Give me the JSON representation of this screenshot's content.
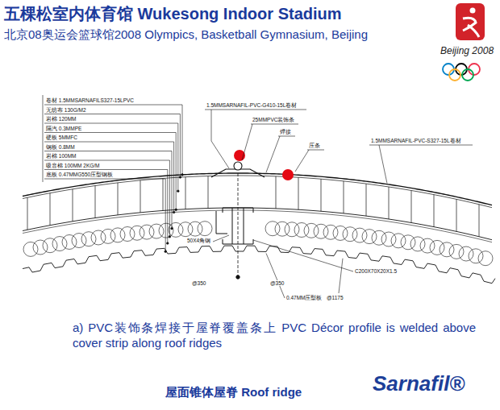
{
  "diagram": {
    "title": "五棵松室内体育馆 Wukesong Indoor Stadium",
    "caption": "a) PVC装饰条焊接于屋脊覆盖条上 PVC Décor profile is welded above cover strip along roof ridges",
    "labels": [
      "北京08奥运会篮球馆2008 Olympics, Basketball Gymnasium, Beijing",
      "Beijing 2008",
      "卷材 1.5MMSARNAFILS327-15LPVC",
      "无纺布 130G/M2",
      "岩棉 120MM",
      "隔汽 0.3MMPE",
      "硬板 5MMFC",
      "钢板 0.8MM",
      "岩棉 100MM",
      "吸音棉 100MM 2KG/M",
      "底板 0.47MMG550压型钢板",
      "1.5MMSARNAFIL-PVC-G410-15L卷材",
      "25MMPVC装饰条",
      "焊接",
      "压条",
      "1.5MMSARNAFIL-PVC-S327-15L卷材",
      "50X4角钢",
      "C200X70X20X1.5",
      "@350",
      "@350",
      "0.47MM压型板",
      "@1175",
      "屋面锥体屋脊 Roof ridge",
      "Sarnafil®"
    ]
  }
}
